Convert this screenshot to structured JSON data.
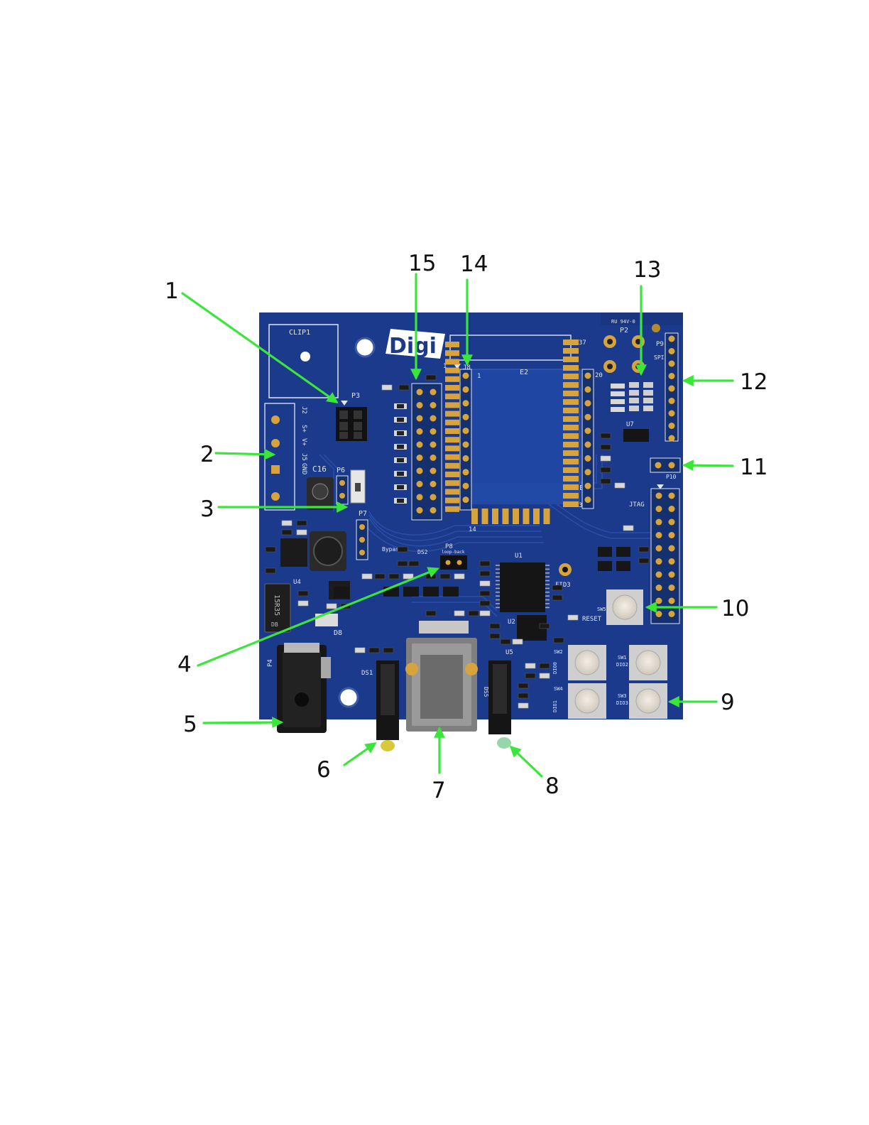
{
  "colors": {
    "board": "#1c3a8c",
    "board_dark": "#142c6e",
    "trace": "#2c50a8",
    "gold": "#d6a33c",
    "silkscreen": "#dfe6f2",
    "arrow": "#39e639",
    "label": "#111111"
  },
  "board": {
    "logo": "Digi",
    "silkscreen": {
      "clip": "CLIP1",
      "p3": "P3",
      "j2": "J2",
      "s_plus": "S+",
      "v_plus": "V+",
      "j5": "J5",
      "gnd": "GND",
      "c16": "C16",
      "p6": "P6",
      "p7": "P7",
      "u4": "U4",
      "bypass": "Bypass",
      "p8": "P8",
      "loop_back": "loop-back",
      "ds2": "DS2",
      "ds1": "DS1",
      "ds5": "DS5",
      "p4": "P4",
      "d8": "D8",
      "e2": "E2",
      "e1": "E1",
      "p2": "P2",
      "ru": "RU 94V-0",
      "p9": "P9",
      "spi": "SPI",
      "p10": "P10",
      "jtag": "JTAG",
      "u1": "U1",
      "u2": "U2",
      "u5": "U5",
      "u7": "U7",
      "reset": "RESET",
      "fid3": "FID3",
      "sw1": "SW1",
      "sw2": "SW2",
      "sw3": "SW3",
      "sw4": "SW4",
      "sw5": "SW5",
      "dio0": "DIO0",
      "dio1": "DIO1",
      "dio2": "DIO2",
      "dio3": "DIO3",
      "u_pin_37": "37",
      "u_pin_20": "20",
      "u_pin_1": "1",
      "u_pin_32": "32",
      "u_pin_14": "14",
      "j8": "J8",
      "j8_pin": "1",
      "cap_ref": "15R35",
      "cap_ref2": "DB"
    }
  },
  "callouts": [
    {
      "id": "1",
      "label": "1"
    },
    {
      "id": "2",
      "label": "2"
    },
    {
      "id": "3",
      "label": "3"
    },
    {
      "id": "4",
      "label": "4"
    },
    {
      "id": "5",
      "label": "5"
    },
    {
      "id": "6",
      "label": "6"
    },
    {
      "id": "7",
      "label": "7"
    },
    {
      "id": "8",
      "label": "8"
    },
    {
      "id": "9",
      "label": "9"
    },
    {
      "id": "10",
      "label": "10"
    },
    {
      "id": "11",
      "label": "11"
    },
    {
      "id": "12",
      "label": "12"
    },
    {
      "id": "13",
      "label": "13"
    },
    {
      "id": "14",
      "label": "14"
    },
    {
      "id": "15",
      "label": "15"
    }
  ]
}
